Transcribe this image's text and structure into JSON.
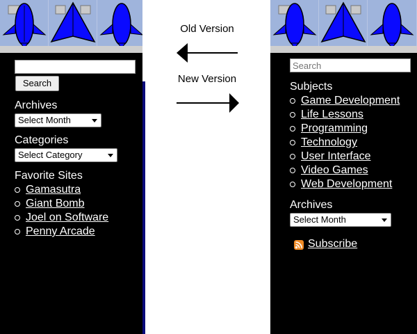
{
  "center": {
    "old_version_label": "Old Version",
    "new_version_label": "New Version"
  },
  "old_sidebar": {
    "search_button_label": "Search",
    "search_value": "",
    "archives_heading": "Archives",
    "archives_select": "Select Month",
    "categories_heading": "Categories",
    "categories_select": "Select Category",
    "favorites_heading": "Favorite Sites",
    "favorites": [
      "Gamasutra",
      "Giant Bomb",
      "Joel on Software",
      "Penny Arcade"
    ]
  },
  "new_sidebar": {
    "search_placeholder": "Search",
    "subjects_heading": "Subjects",
    "subjects": [
      "Game Development",
      "Life Lessons",
      "Programming",
      "Technology",
      "User Interface",
      "Video Games",
      "Web Development"
    ],
    "archives_heading": "Archives",
    "archives_select": "Select Month",
    "subscribe_label": "Subscribe"
  },
  "colors": {
    "sidebar_bg": "#000000",
    "banner_bg": "#9fb4dc",
    "ship_blue": "#0a0aff",
    "rss_orange": "#f08a24"
  },
  "icons": [
    "blimp-ship-icon",
    "jet-fighter-icon",
    "rss-feed-icon",
    "left-arrow-icon",
    "right-arrow-icon"
  ]
}
